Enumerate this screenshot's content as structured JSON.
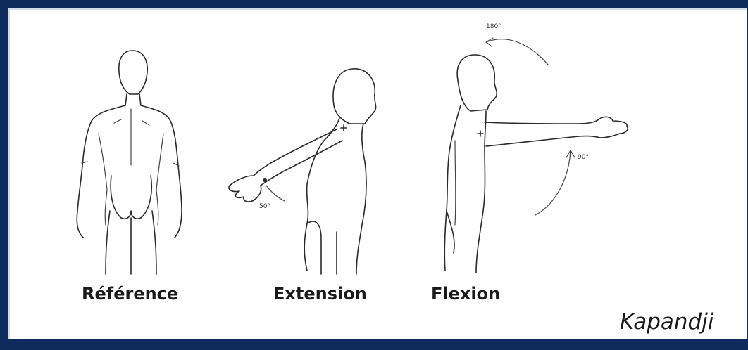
{
  "figures": {
    "reference": {
      "caption": "Référence"
    },
    "extension": {
      "caption": "Extension",
      "angle_label": "50°"
    },
    "flexion": {
      "caption": "Flexion",
      "angle_top_label": "180°",
      "angle_mid_label": "90°"
    }
  },
  "credit": "Kapandji",
  "colors": {
    "frame": "#0f2a5c",
    "line": "#2a2a2a"
  }
}
